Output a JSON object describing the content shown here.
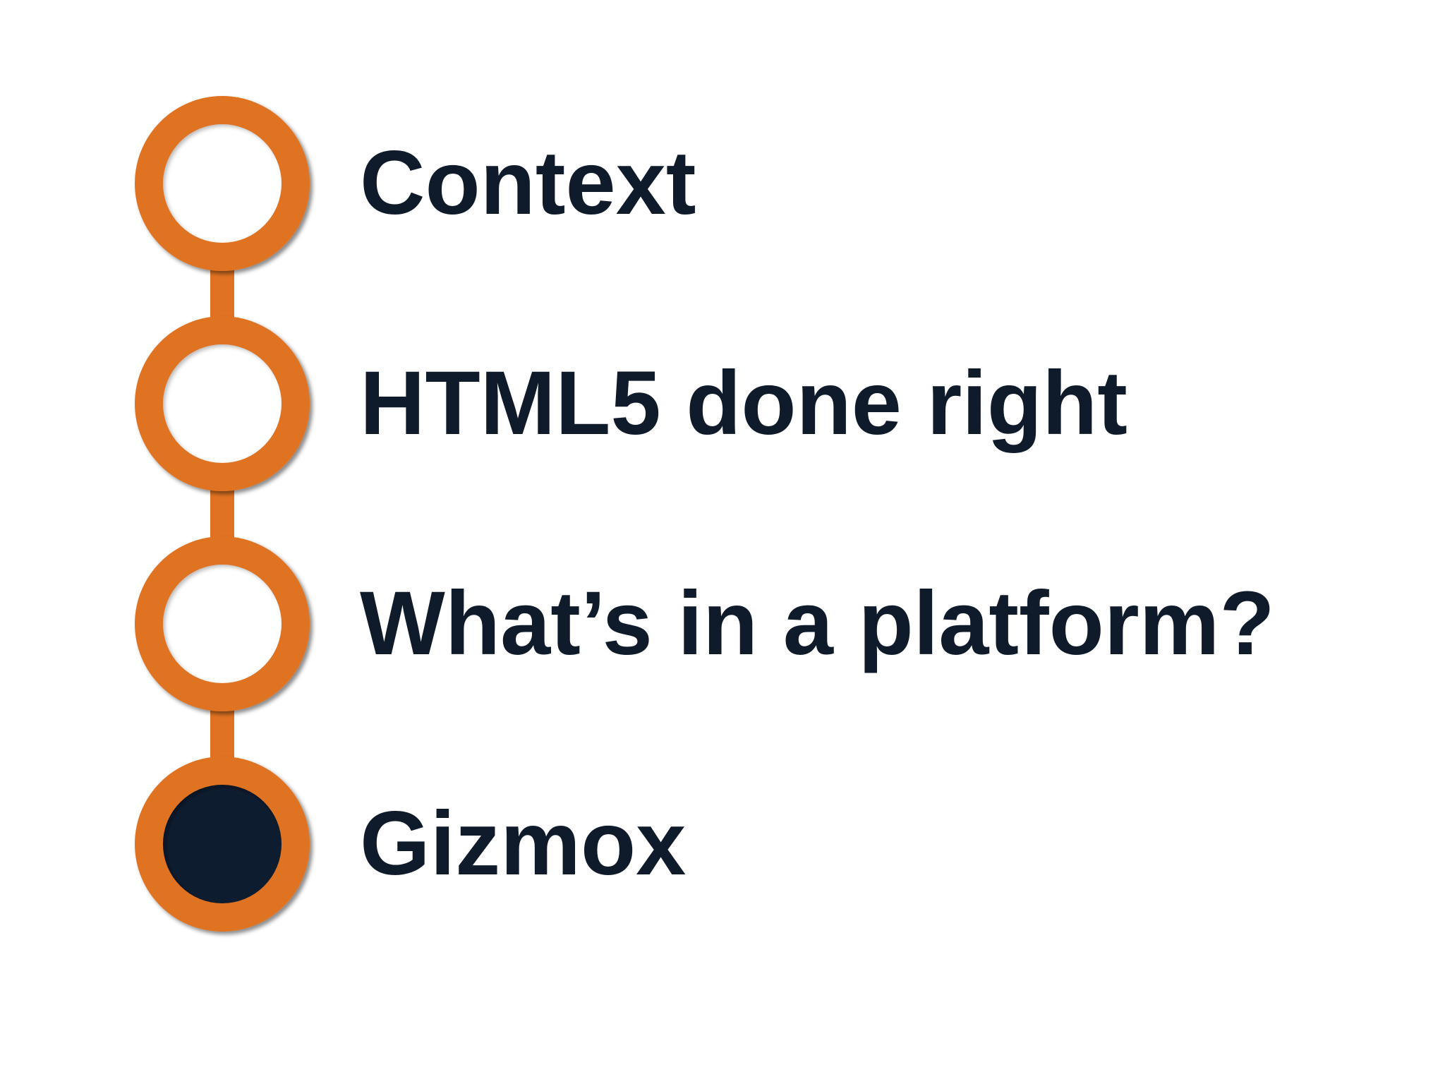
{
  "agenda": {
    "items": [
      {
        "label": "Context",
        "active": false
      },
      {
        "label": "HTML5 done right",
        "active": false
      },
      {
        "label": "What’s in a platform?",
        "active": false
      },
      {
        "label": "Gizmox",
        "active": true
      }
    ]
  },
  "colors": {
    "ring": "#e07322",
    "active_fill": "#0b1b2e",
    "inactive_fill": "#ffffff",
    "text": "#0f1a2b",
    "background": "#ffffff"
  }
}
